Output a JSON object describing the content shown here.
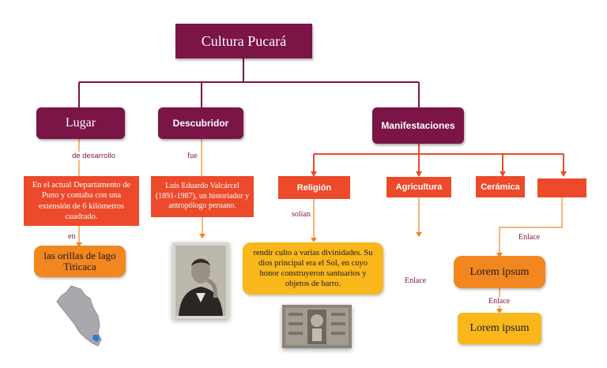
{
  "title": "Cultura Pucará",
  "nodes": {
    "lugar": "Lugar",
    "descubridor": "Descubridor",
    "manifestaciones": "Manifestaciones",
    "lugar_desc": "En el actual Departamento de Puno y contaba con una extensión de 6 kilómetros cuadrado.",
    "orillas": "las orillas de lago Titicaca",
    "descubridor_desc": "Luis Eduardo Valcárcel (1891-1987), un historiador y antropólogo peruano.",
    "religion": "Religión",
    "agricultura": "Agricultura",
    "ceramica": "Cerámica",
    "religion_desc": "rendir culto a varias divinidades. Su dios principal era el Sol, en cuyo honor construyeron santuarios y objetos de barro.",
    "lorem1": "Lorem ipsum",
    "lorem2": "Lorem ipsum"
  },
  "labels": {
    "de_desarrollo": "de desarrollo",
    "fue": "fue",
    "en": "en",
    "solian": "solían",
    "enlace_agri": "Enlace",
    "enlace_right": "Enlace",
    "enlace_lorem": "Enlace"
  },
  "colors": {
    "maroon": "#7a1546",
    "red": "#ec4a2a",
    "orange": "#f2861f",
    "yellow": "#f9b71c"
  }
}
